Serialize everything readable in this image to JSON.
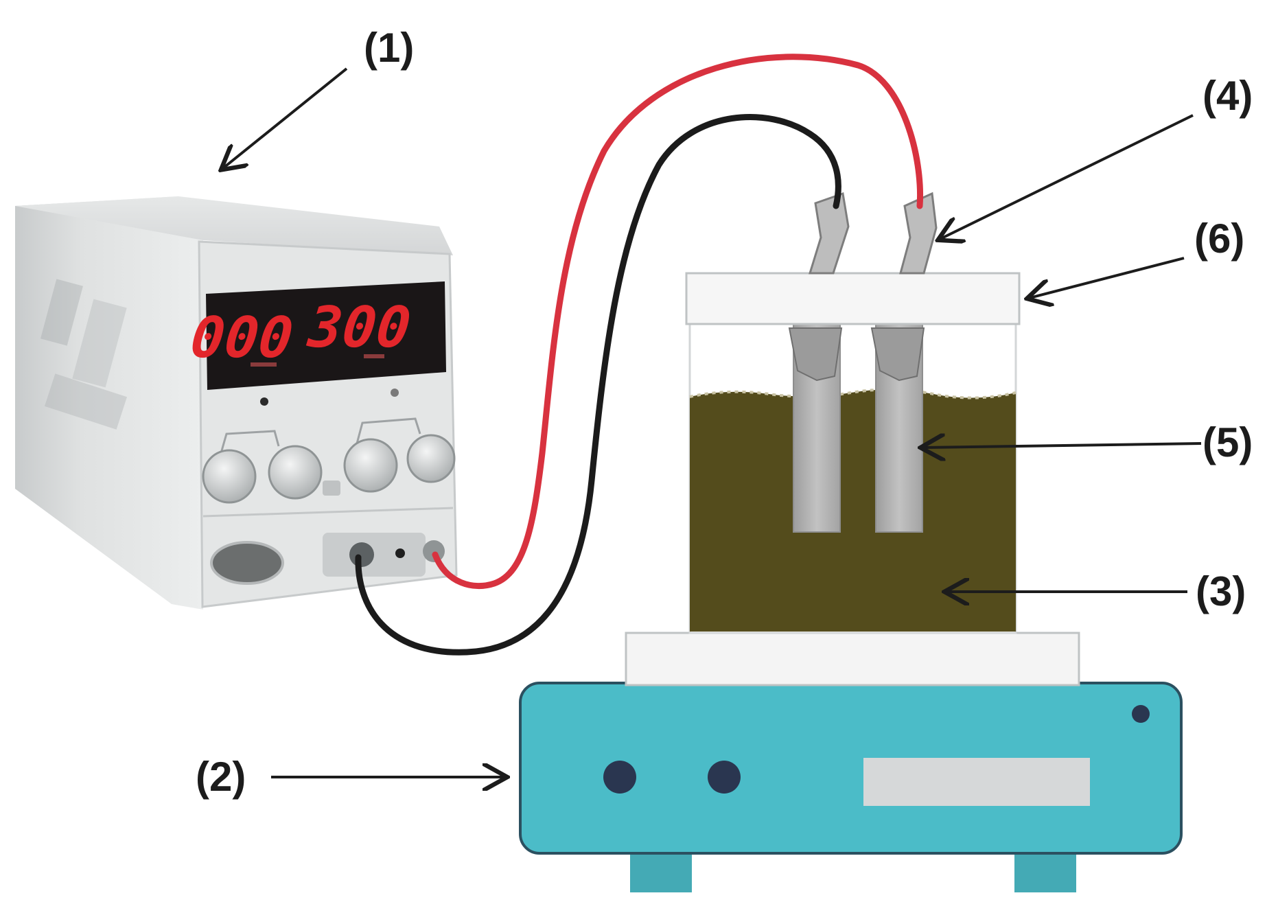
{
  "diagram": {
    "labels": {
      "power_supply": "(1)",
      "hot_plate": "(2)",
      "solution": "(3)",
      "clip": "(4)",
      "electrodes": "(5)",
      "lid": "(6)"
    },
    "power_supply": {
      "display_left": "000",
      "display_right": "300"
    },
    "colors": {
      "positive_lead": "#d8323f",
      "negative_lead": "#1b1b1b",
      "solution": "#544c1c",
      "hot_plate_body": "#4bbcc8",
      "hot_plate_knob": "#2a3650",
      "display_digits": "#e3262b"
    }
  }
}
